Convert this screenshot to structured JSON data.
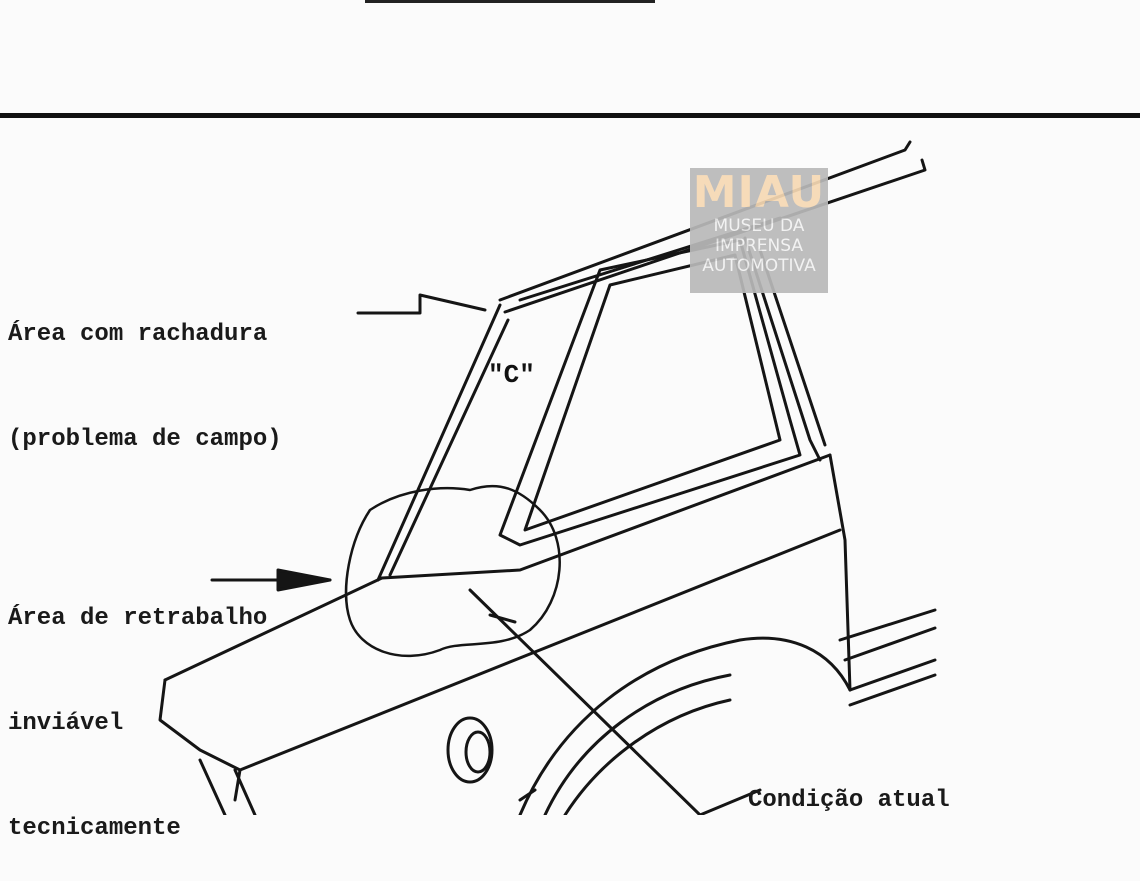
{
  "watermark": {
    "logo": "MIAU",
    "line1": "MUSEU DA",
    "line2": "IMPRENSA",
    "line3": "AUTOMOTIVA"
  },
  "labels": {
    "crack_area_line1": "Área com rachadura",
    "crack_area_line2": "(problema de campo)",
    "rework_line1": "Área de retrabalho",
    "rework_line2": "inviável",
    "rework_line3": "tecnicamente",
    "pillar": "\"C\"",
    "current_condition": "Condição atual"
  }
}
